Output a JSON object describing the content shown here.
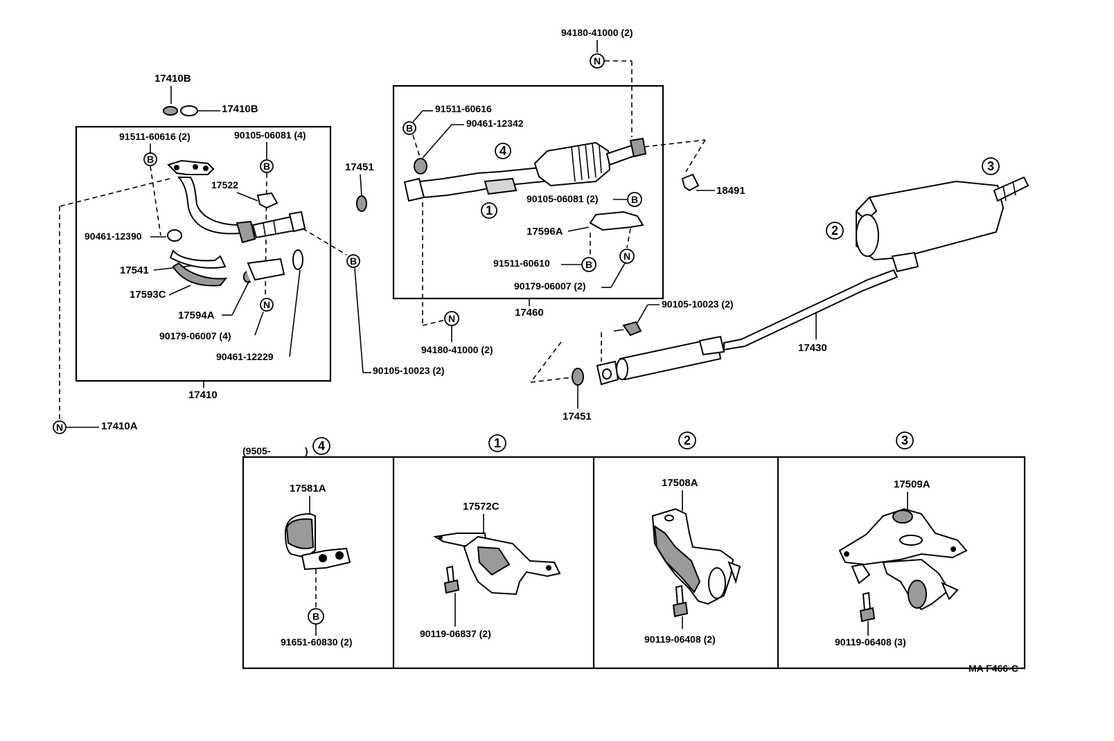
{
  "diagram": {
    "drawing_code": "MA F466-C",
    "labels": {
      "p17410B_top": "17410B",
      "p17410B_right": "17410B",
      "p91511_60616_2": "91511-60616 (2)",
      "p90105_06081_4": "90105-06081 (4)",
      "p17522": "17522",
      "p90461_12390": "90461-12390",
      "p17541": "17541",
      "p17593C": "17593C",
      "p17594A": "17594A",
      "p90179_06007_4": "90179-06007 (4)",
      "p90461_12229": "90461-12229",
      "p17410": "17410",
      "p17410A": "17410A",
      "p17451_top": "17451",
      "p90105_10023_2_left": "90105-10023 (2)",
      "p94180_41000_2_top": "94180-41000 (2)",
      "p91511_60616": "91511-60616",
      "p90461_12342": "90461-12342",
      "p90105_06081_2": "90105-06081 (2)",
      "p17596A": "17596A",
      "p91511_60610": "91511-60610",
      "p90179_06007_2": "90179-06007 (2)",
      "p17460": "17460",
      "p94180_41000_2_bottom": "94180-41000 (2)",
      "p18491": "18491",
      "p90105_10023_2_right": "90105-10023 (2)",
      "p17430": "17430",
      "p17451_bottom": "17451",
      "p9505": "(9505-",
      "p9505_close": ")",
      "p17581A": "17581A",
      "p91651_60830_2": "91651-60830 (2)",
      "p17572C": "17572C",
      "p90119_06837_2": "90119-06837 (2)",
      "p17508A": "17508A",
      "p90119_06408_2": "90119-06408 (2)",
      "p17509A": "17509A",
      "p90119_06408_3": "90119-06408 (3)"
    },
    "markers": {
      "B": "B",
      "N": "N",
      "one": "1",
      "two": "2",
      "three": "3",
      "four": "4"
    }
  }
}
